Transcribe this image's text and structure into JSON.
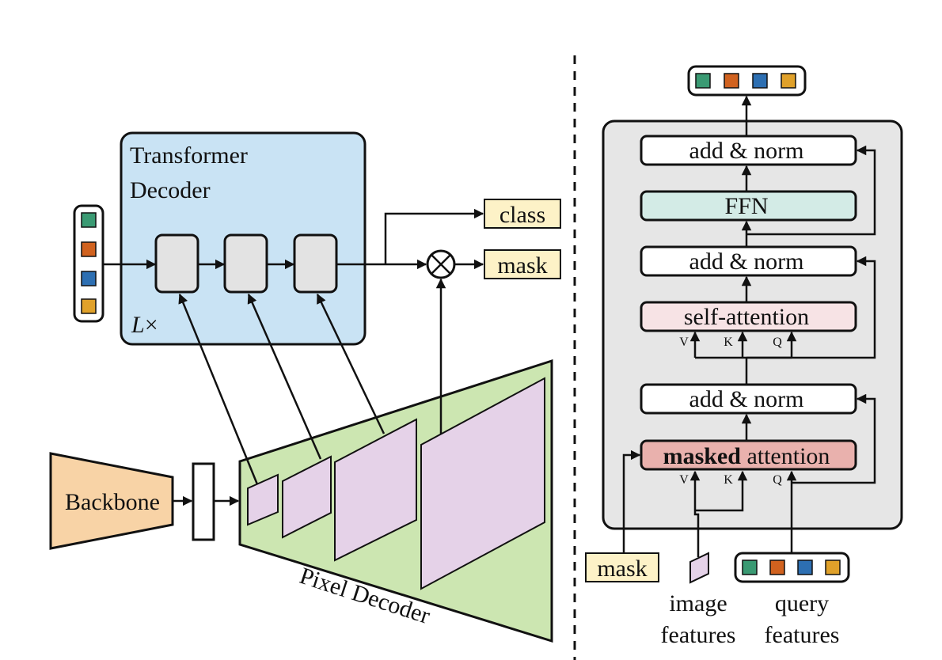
{
  "colors": {
    "transformer_bg": "#c9e3f4",
    "block_gray": "#e3e3e3",
    "output_box": "#fdf2c7",
    "backbone": "#f8d3a6",
    "pixel_decoder_bg": "#cce6b1",
    "feature_map": "#e5d2e8",
    "right_panel_bg": "#e6e6e6",
    "ffn": "#d3ebe6",
    "self_attention": "#f7e3e5",
    "masked_attention": "#e9b1ad",
    "query_colors": [
      "#3a9a73",
      "#d1621f",
      "#2d6fb2",
      "#e0a12a"
    ]
  },
  "left": {
    "transformer_title_line1": "Transformer",
    "transformer_title_line2": "Decoder",
    "layers_var": "L",
    "layers_times": "×",
    "class_label": "class",
    "mask_label": "mask",
    "backbone_label": "Backbone",
    "pixel_decoder_label": "Pixel Decoder"
  },
  "right": {
    "add_norm_top": "add & norm",
    "ffn": "FFN",
    "add_norm_mid": "add & norm",
    "self_attention": "self-attention",
    "add_norm_bottom": "add & norm",
    "masked_bold": "masked",
    "masked_rest": " attention",
    "v": "V",
    "k": "K",
    "q": "Q",
    "mask_input": "mask",
    "image_features_line1": "image",
    "image_features_line2": "features",
    "query_features_line1": "query",
    "query_features_line2": "features"
  }
}
